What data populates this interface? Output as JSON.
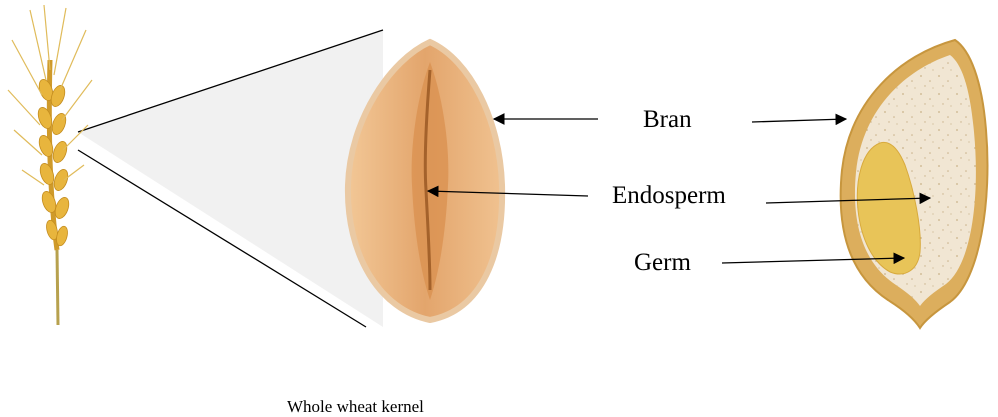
{
  "labels": {
    "bran": "Bran",
    "endosperm": "Endosperm",
    "germ": "Germ"
  },
  "caption": "Whole wheat kernel",
  "colors": {
    "wheat_stalk": "#e3b23c",
    "kernel_outer": "#e9b987",
    "kernel_inner": "#d68a4a",
    "bran_shell": "#d9aa5a",
    "endosperm_fill": "#f1e5d0",
    "germ_fill": "#e8c458",
    "zoom_beam": "#eeeeee"
  },
  "icons": {
    "wheat": "wheat-stalk-icon",
    "kernel": "wheat-kernel-icon",
    "cross_section": "kernel-cross-section-icon"
  }
}
